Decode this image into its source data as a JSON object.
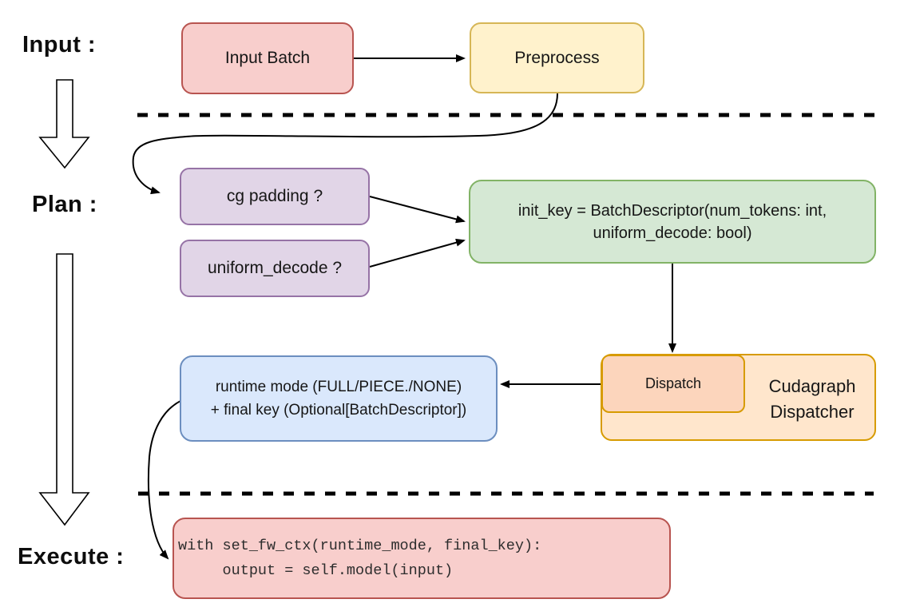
{
  "sections": {
    "input_label": "Input :",
    "plan_label": "Plan :",
    "execute_label": "Execute :"
  },
  "nodes": {
    "input_batch": {
      "label": "Input Batch"
    },
    "preprocess": {
      "label": "Preprocess"
    },
    "cg_padding": {
      "label": "cg padding ?"
    },
    "uniform_decode": {
      "label": "uniform_decode ?"
    },
    "init_key": {
      "line1": "init_key = BatchDescriptor(num_tokens: int,",
      "line2": "uniform_decode: bool)"
    },
    "dispatch": {
      "label": "Dispatch"
    },
    "cudagraph_dispatcher": {
      "line1": "Cudagraph",
      "line2": "Dispatcher"
    },
    "runtime_mode": {
      "line1": "runtime mode (FULL/PIECE./NONE)",
      "line2": "+ final key (Optional[BatchDescriptor])"
    },
    "execute_code": {
      "line1": "with set_fw_ctx(runtime_mode, final_key):",
      "line2": "     output = self.model(input)"
    }
  },
  "colors": {
    "pink_fill": "#f8cecc",
    "pink_stroke": "#b85450",
    "yellow_fill": "#fff2cc",
    "yellow_stroke": "#d6b656",
    "purple_fill": "#e1d5e7",
    "purple_stroke": "#9673a6",
    "green_fill": "#d5e8d4",
    "green_stroke": "#82b366",
    "orange_fill": "#ffe6cc",
    "orange_stroke": "#d79b00",
    "peach_fill": "#fcd5bc",
    "blue_fill": "#dae8fc",
    "blue_stroke": "#6c8ebf",
    "line": "#000000"
  }
}
